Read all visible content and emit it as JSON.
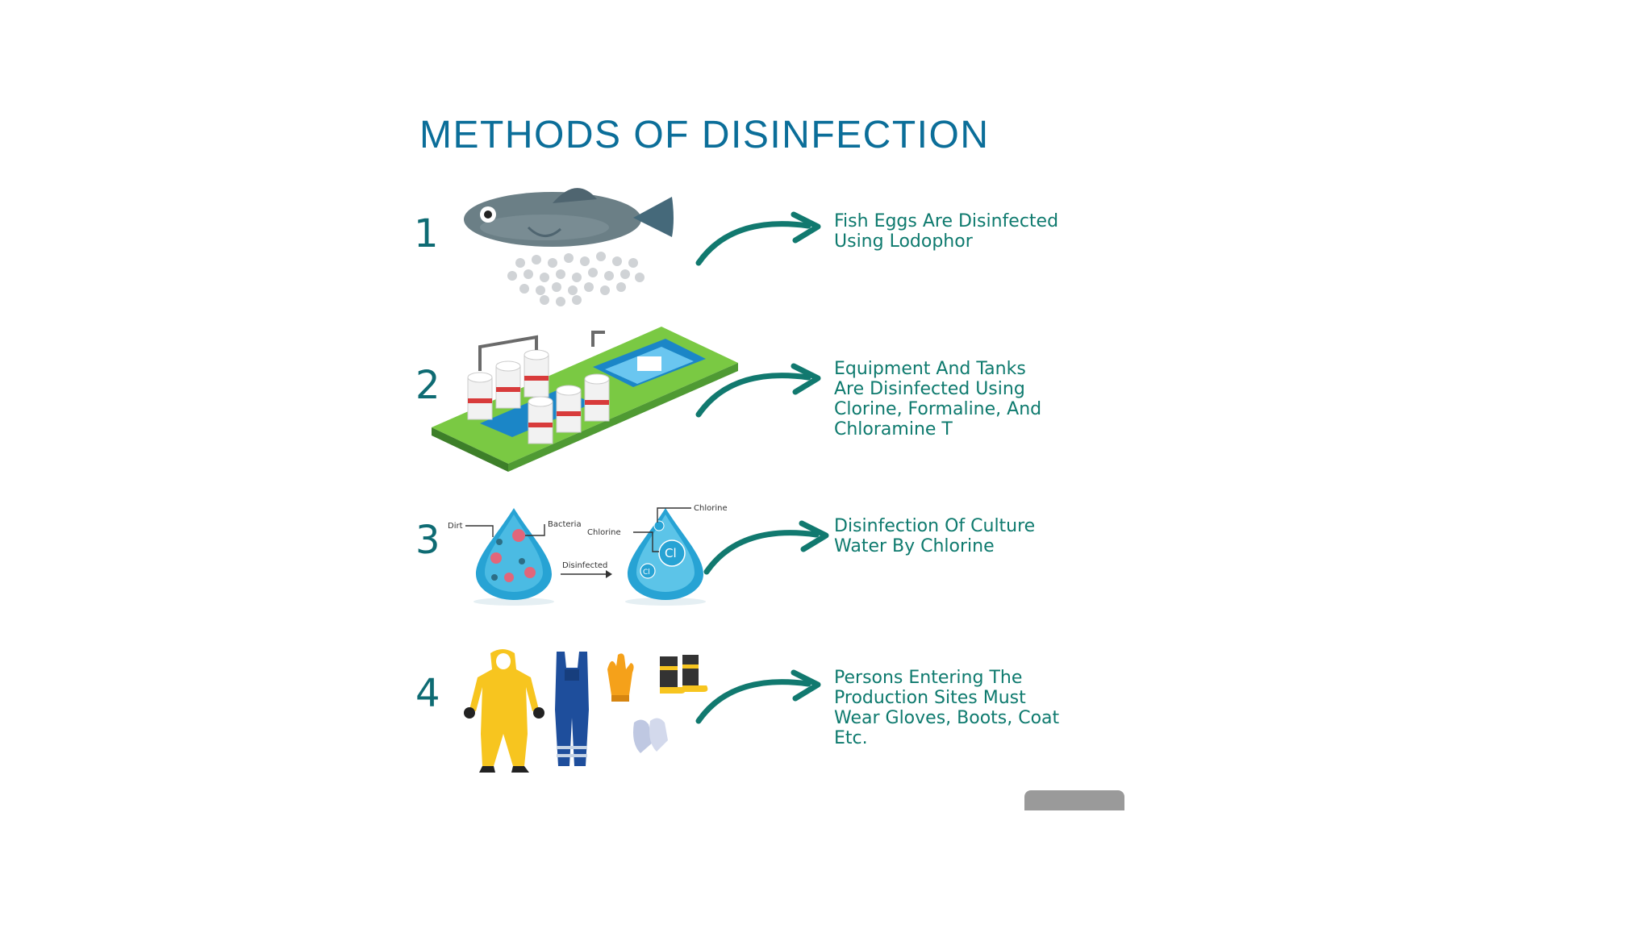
{
  "title": "METHODS OF DISINFECTION",
  "steps": [
    {
      "number": "1",
      "text": "Fish Eggs Are Disinfected\nUsing Lodophor",
      "icon": "fish-eggs"
    },
    {
      "number": "2",
      "text": "Equipment And Tanks\nAre Disinfected Using\nClorine, Formaline, And\nChloramine T",
      "icon": "treatment-plant"
    },
    {
      "number": "3",
      "text": "Disinfection Of Culture\nWater By Chlorine",
      "icon": "water-drops",
      "labels": {
        "dirt": "Dirt",
        "bacteria": "Bacteria",
        "chlorine_a": "Chlorine",
        "chlorine_b": "Chlorine",
        "disinfected": "Disinfected",
        "cl_big": "Cl",
        "cl_small": "Cl"
      }
    },
    {
      "number": "4",
      "text": "Persons Entering The\nProduction Sites Must\nWear Gloves, Boots, Coat\nEtc.",
      "icon": "protective-gear"
    }
  ],
  "colors": {
    "title": "#0b6e99",
    "text": "#0e7a6e",
    "arrow": "#11796f",
    "number": "#0e6b73"
  }
}
